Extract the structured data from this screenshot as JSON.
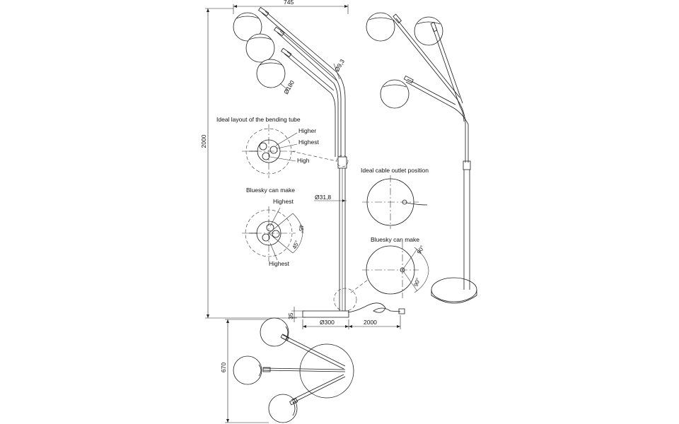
{
  "dimensions": {
    "width_top": "745",
    "height_total": "2000",
    "tube_dia": "Ø9,3",
    "shade_dia": "Ø180",
    "pole_dia": "Ø31,8",
    "base_height": "35",
    "base_dia": "Ø300",
    "cable_length": "2000",
    "plan_depth": "670"
  },
  "labels": {
    "ideal_layout": "Ideal layout of the bending tube",
    "higher": "Higher",
    "highest": "Highest",
    "high": "High",
    "bluesky_can_make_1": "Bluesky can make",
    "highest_top": "Highest",
    "highest_bottom": "Highest",
    "angle_45_a": "45°",
    "angle_45_b": "45°",
    "ideal_cable": "Ideal cable outlet position",
    "bluesky_can_make_2": "Bluesky can make",
    "angle_90_a": "90°",
    "angle_90_b": "90°"
  }
}
